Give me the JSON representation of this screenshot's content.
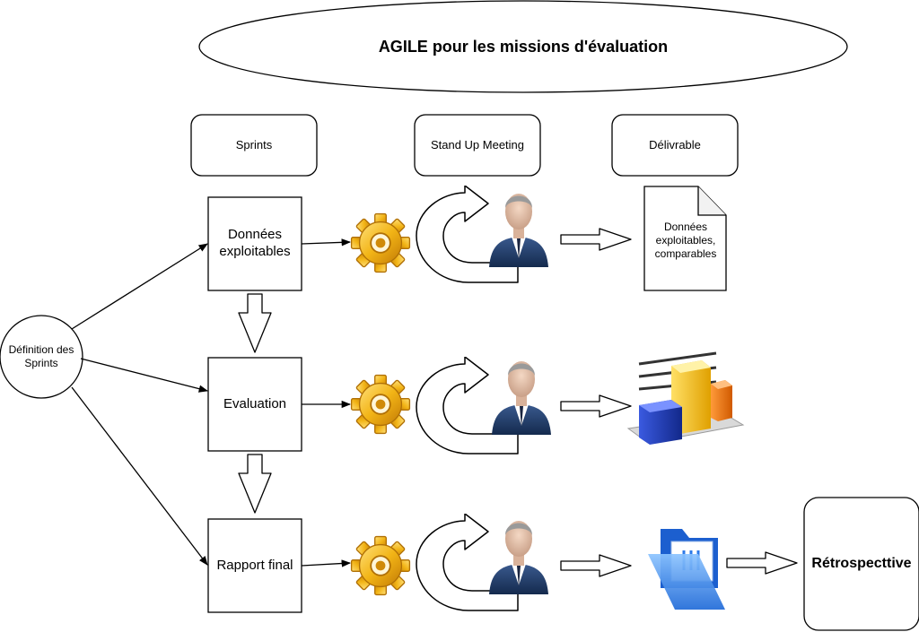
{
  "title": "AGILE pour les missions d'évaluation",
  "headers": {
    "sprints": "Sprints",
    "standup": "Stand Up Meeting",
    "deliverable": "Délivrable"
  },
  "start_node": "Définition des Sprints",
  "steps": [
    {
      "label": "Données exploitables",
      "deliverable": "document-icon",
      "deliverable_text": "Données exploitables, comparables"
    },
    {
      "label": "Evaluation",
      "deliverable": "bar-chart-icon"
    },
    {
      "label": "Rapport final",
      "deliverable": "folder-icon"
    }
  ],
  "final_node": "Rétrospecttive",
  "colors": {
    "stroke": "#000000",
    "gear": "#f2b416",
    "suit": "#1f3a66",
    "bar_blue": "#1e3fb8",
    "bar_yellow": "#f6c21a",
    "bar_orange": "#f07a12",
    "folder_blue": "#3a8ef0"
  }
}
